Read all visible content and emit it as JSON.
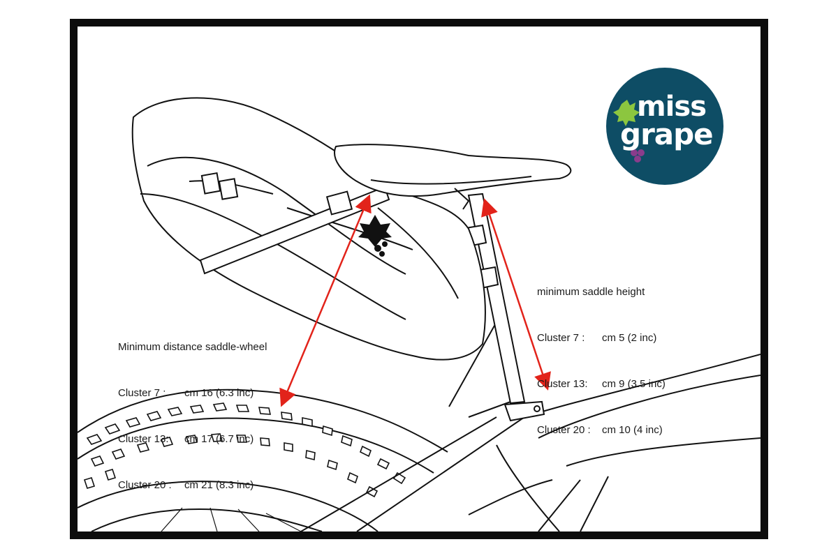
{
  "brand": {
    "logo_line1": "miss",
    "logo_line2": "grape",
    "logo_bg_color": "#0e4d65",
    "leaf_color": "#8cc63f",
    "grape_color": "#8a3c8c"
  },
  "arrow_color": "#e2231a",
  "distance_spec": {
    "title": "Minimum distance saddle-wheel",
    "rows": [
      {
        "cluster": "Cluster 7 :",
        "value": "cm 16 (6.3 inc)"
      },
      {
        "cluster": "Cluster 13:",
        "value": "cm 17 (6.7 inc)"
      },
      {
        "cluster": "Cluster 20 :",
        "value": "cm 21 (8.3 inc)"
      }
    ]
  },
  "height_spec": {
    "title": "minimum saddle height",
    "rows": [
      {
        "cluster": "Cluster 7 :",
        "value": "cm 5 (2 inc)"
      },
      {
        "cluster": "Cluster 13:",
        "value": "cm 9 (3.5 inc)"
      },
      {
        "cluster": "Cluster 20 :",
        "value": "cm 10 (4 inc)"
      }
    ]
  }
}
